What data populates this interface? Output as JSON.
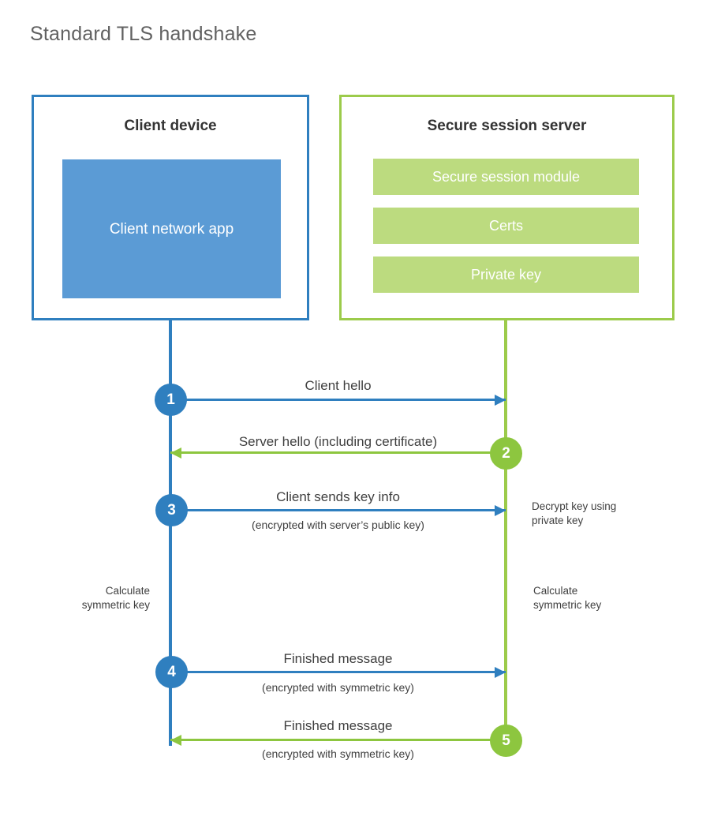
{
  "title": "Standard TLS handshake",
  "colors": {
    "client_accent": "#2f7fbf",
    "client_app_fill": "#5b9bd5",
    "server_accent": "#9ccb4b",
    "server_circle": "#8dc63f",
    "server_bar_fill": "#bcdb7f",
    "title_text": "#616161",
    "body_text": "#3f3f3f",
    "background": "#ffffff"
  },
  "client": {
    "title": "Client device",
    "app_label": "Client network app"
  },
  "server": {
    "title": "Secure session server",
    "components": [
      "Secure session module",
      "Certs",
      "Private key"
    ]
  },
  "steps": [
    {
      "number": "1",
      "label": "Client hello",
      "sublabel": "",
      "direction": "client-to-server",
      "color": "#2f7fbf"
    },
    {
      "number": "2",
      "label": "Server hello (including certificate)",
      "sublabel": "",
      "direction": "server-to-client",
      "color": "#8dc63f"
    },
    {
      "number": "3",
      "label": "Client sends key info",
      "sublabel": "(encrypted with server’s public key)",
      "direction": "client-to-server",
      "color": "#2f7fbf"
    },
    {
      "number": "4",
      "label": "Finished message",
      "sublabel": "(encrypted with symmetric key)",
      "direction": "client-to-server",
      "color": "#2f7fbf"
    },
    {
      "number": "5",
      "label": "Finished message",
      "sublabel": "(encrypted with symmetric key)",
      "direction": "server-to-client",
      "color": "#8dc63f"
    }
  ],
  "annotations": {
    "server_decrypt": "Decrypt key using\nprivate key",
    "client_calculate": "Calculate\nsymmetric key",
    "server_calculate": "Calculate\nsymmetric key"
  }
}
